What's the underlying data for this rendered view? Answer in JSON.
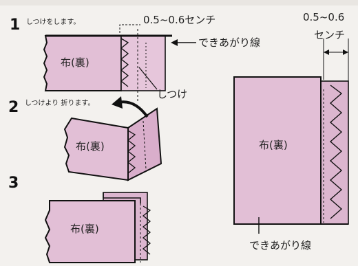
{
  "colors": {
    "fabric": "#e2bfd6",
    "fabric_dark": "#d9aecb",
    "line": "#111111",
    "background": "#f3f1ee"
  },
  "header": {
    "partial_text": ""
  },
  "steps": [
    {
      "number": "1",
      "caption": "しつけをします。"
    },
    {
      "number": "2",
      "caption": "しつけより 折ります。"
    },
    {
      "number": "3",
      "caption": ""
    }
  ],
  "labels": {
    "seam_allowance": "0.5~0.6センチ",
    "finish_line": "できあがり線",
    "basting": "しつけ",
    "fabric_back": "布(裏)",
    "right_measure_top": "0.5~0.6",
    "right_measure_unit": "センチ",
    "right_finish_line": "できあがり線"
  },
  "icons": [
    "fold-arrow-icon",
    "zigzag-stitch-icon",
    "leader-arrow-icon"
  ]
}
